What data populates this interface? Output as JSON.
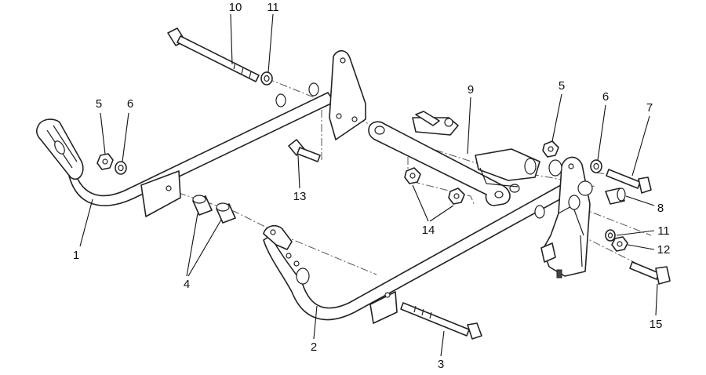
{
  "diagram": {
    "callouts": {
      "c1": "1",
      "c2": "2",
      "c3": "3",
      "c4": "4",
      "c5a": "5",
      "c6a": "6",
      "c5b": "5",
      "c6b": "6",
      "c7": "7",
      "c8": "8",
      "c9": "9",
      "c10": "10",
      "c11a": "11",
      "c11b": "11",
      "c12": "12",
      "c13": "13",
      "c14": "14",
      "c15": "15"
    }
  }
}
